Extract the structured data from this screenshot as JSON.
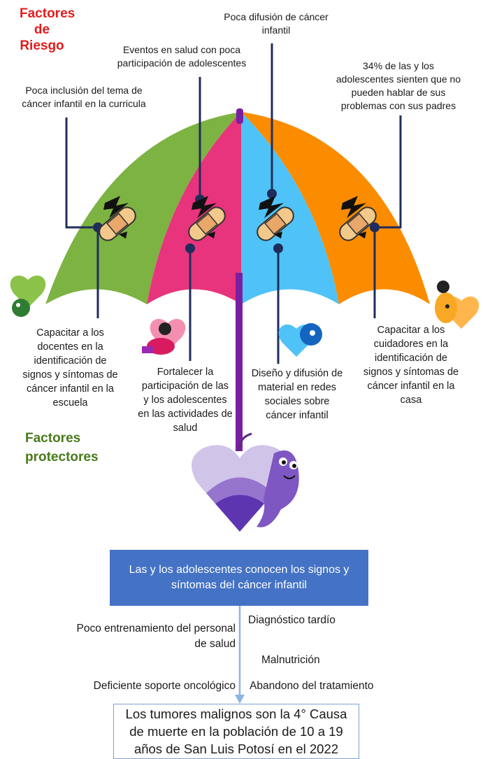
{
  "titles": {
    "risk": "Factores\nde Riesgo",
    "protective": "Factores\nprotectores"
  },
  "risk_factors": {
    "left": "Poca inclusión del tema de\ncáncer infantil en la curricula",
    "center_left": "Eventos en salud con poca\nparticipación de adolescentes",
    "center_right": "Poca difusión de cáncer\ninfantil",
    "right": "34% de las y los\nadolescentes sienten que no\npueden hablar de sus\nproblemas con sus padres"
  },
  "protective_factors": {
    "p1": "Capacitar a los\ndocentes en la\nidentificación de\nsignos y síntomas de\ncáncer infantil en la\nescuela",
    "p2": "Fortalecer la\nparticipación de las\ny los adolescentes\nen las actividades de\nsalud",
    "p3": "Diseño y difusión de\nmaterial en redes\nsociales sobre\ncáncer infantil",
    "p4": "Capacitar a los\ncuidadores en la\nidentificación de\nsignos y síntomas de\ncáncer infantil en la\ncasa"
  },
  "central_box": "Las y los adolescentes conocen los signos y\nsíntomas del cáncer infantil",
  "flow_factors": {
    "left1": "Poco entrenamiento del personal\nde salud",
    "left2": "Deficiente soporte oncológico",
    "right1": "Diagnóstico tardío",
    "right2": "Malnutrición",
    "right3": "Abandono del tratamiento"
  },
  "outcome": "Los tumores malignos son la 4° Causa\nde muerte en la población de 10 a 19\naños de San Luis Potosí en el 2022",
  "colors": {
    "green": "#7cb342",
    "pink": "#e8347c",
    "cyan": "#4fc3f7",
    "orange": "#fb8c00",
    "shaft": "#7b1fa2",
    "connector": "#1f2d5c",
    "box_blue": "#4472c4"
  }
}
